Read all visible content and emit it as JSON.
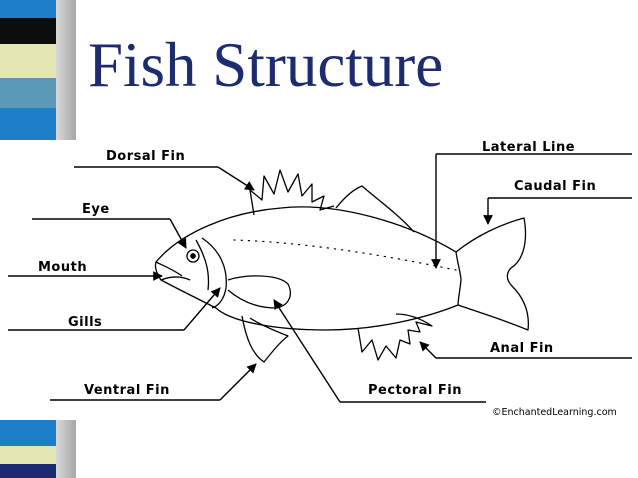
{
  "slide": {
    "title": "Fish Structure"
  },
  "labels": {
    "dorsal_fin": "Dorsal Fin",
    "eye": "Eye",
    "mouth": "Mouth",
    "gills": "Gills",
    "ventral_fin": "Ventral Fin",
    "lateral_line": "Lateral Line",
    "caudal_fin": "Caudal Fin",
    "anal_fin": "Anal Fin",
    "pectoral_fin": "Pectoral Fin"
  },
  "credit": "©EnchantedLearning.com",
  "colors": {
    "title": "#1c2c6e",
    "strip_blue": "#1e7fc8",
    "strip_cream": "#e4e6b4",
    "strip_teal": "#5a9ab8",
    "strip_navy": "#1a2a6e"
  }
}
